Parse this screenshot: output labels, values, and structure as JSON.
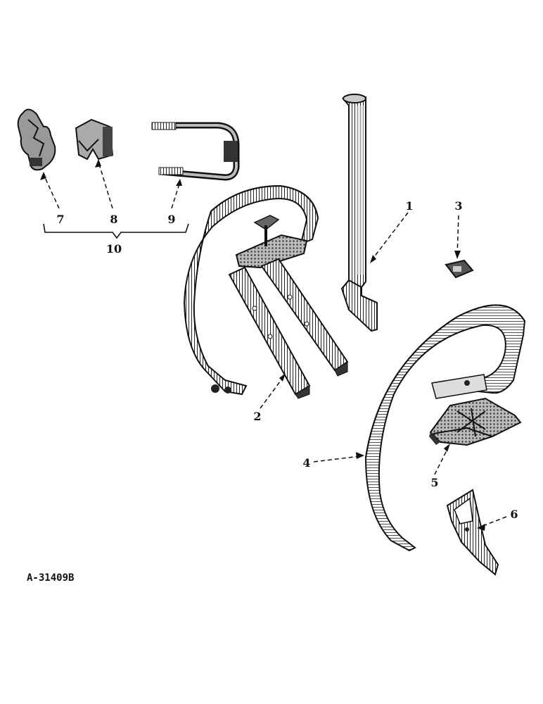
{
  "figure_id": "A-31409B",
  "callouts": {
    "c1": "1",
    "c2": "2",
    "c3": "3",
    "c4": "4",
    "c5": "5",
    "c6": "6",
    "c7": "7",
    "c8": "8",
    "c9": "9",
    "c10": "10"
  },
  "colors": {
    "ink": "#111111",
    "paper": "#ffffff",
    "shade": "#777777"
  }
}
